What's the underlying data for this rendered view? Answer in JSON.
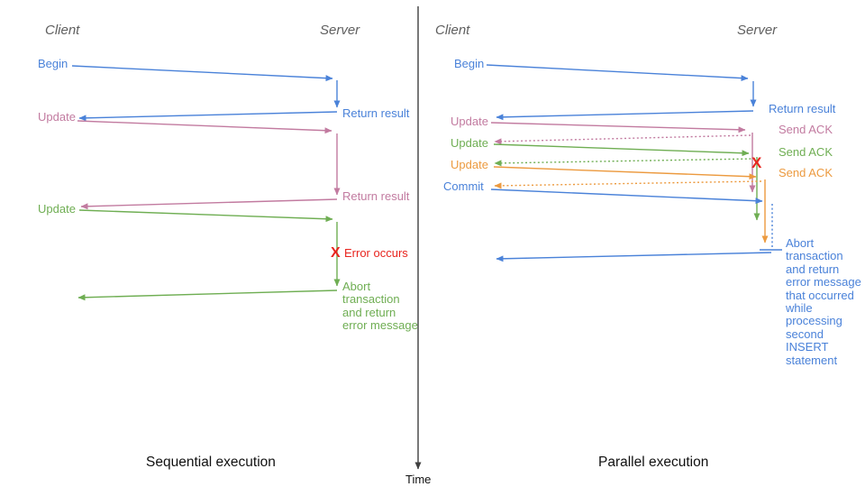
{
  "colors": {
    "blue": "#4a82d9",
    "pink": "#c27ba0",
    "green": "#6fae53",
    "orange": "#ec9a3f",
    "red": "#e8251f",
    "gray": "#5f5f5f",
    "black": "#111111",
    "axis": "#3f3f3f"
  },
  "sequential": {
    "client_header": "Client",
    "server_header": "Server",
    "begin_label": "Begin",
    "return_result_1": "Return result",
    "update_1": "Update",
    "return_result_2": "Return result",
    "update_2": "Update",
    "error_marker": "X",
    "error_label": "Error occurs",
    "abort_lines": [
      "Abort",
      "transaction",
      "and return",
      "error message"
    ],
    "caption": "Sequential execution"
  },
  "parallel": {
    "client_header": "Client",
    "server_header": "Server",
    "begin_label": "Begin",
    "return_result": "Return result",
    "update_1": "Update",
    "send_ack_1": "Send ACK",
    "update_2": "Update",
    "send_ack_2": "Send ACK",
    "update_3": "Update",
    "send_ack_3": "Send ACK",
    "commit_label": "Commit",
    "error_marker": "X",
    "abort_lines": [
      "Abort",
      "transaction",
      "and return",
      "error message",
      "that occurred",
      "while",
      "processing",
      "second",
      "INSERT",
      "statement"
    ],
    "caption": "Parallel execution"
  },
  "time_axis": {
    "label": "Time"
  }
}
